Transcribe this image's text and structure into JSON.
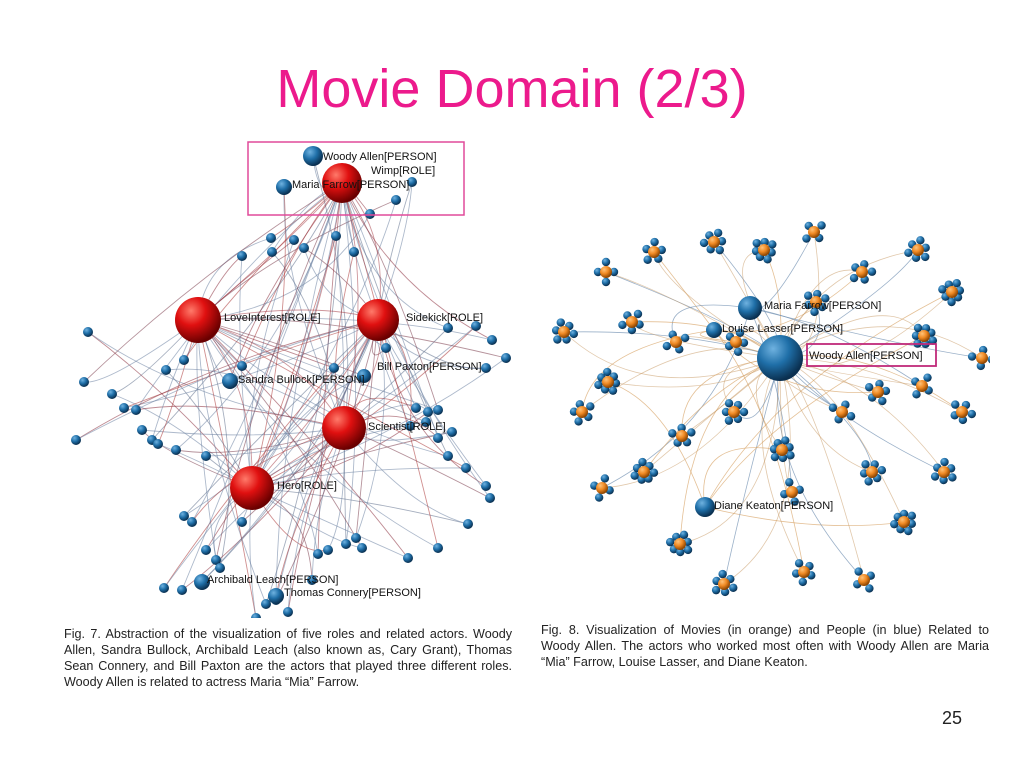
{
  "title": "Movie Domain (2/3)",
  "page_number": "25",
  "colors": {
    "title": "#ec1a8c",
    "highlight": "#e04a9a",
    "role_node": "#e01010",
    "person_node": "#1f6fa8",
    "movie_node": "#f08a24"
  },
  "figure1": {
    "labels": {
      "woody": "Woody Allen[PERSON]",
      "wimp": "Wimp[ROLE]",
      "maria": "Maria Farrow[PERSON]",
      "love": "LoveInterest[ROLE]",
      "sidekick": "Sidekick[ROLE]",
      "paxton": "Bill Paxton[PERSON]",
      "bullock": "Sandra Bullock[PERSON]",
      "scientist": "Scientist[ROLE]",
      "hero": "Hero[ROLE]",
      "archibald": "Archibald Leach[PERSON]",
      "connery": "Thomas Connery[PERSON]"
    },
    "caption": "Fig. 7. Abstraction of the visualization of five roles and related actors. Woody Allen, Sandra Bullock, Archibald Leach (also known as, Cary Grant), Thomas Sean Connery, and Bill Paxton are the actors that played three different roles. Woody Allen is related to actress Maria “Mia” Farrow."
  },
  "figure2": {
    "labels": {
      "maria": "Maria Farrow[PERSON]",
      "louise": "Louise Lasser[PERSON]",
      "woody": "Woody Allen[PERSON]",
      "diane": "Diane Keaton[PERSON]"
    },
    "caption": "Fig. 8. Visualization of Movies (in orange) and People (in blue) Related to Woody Allen. The actors who worked most often with Woody Allen are Maria “Mia” Farrow, Louise Lasser, and Diane Keaton."
  }
}
